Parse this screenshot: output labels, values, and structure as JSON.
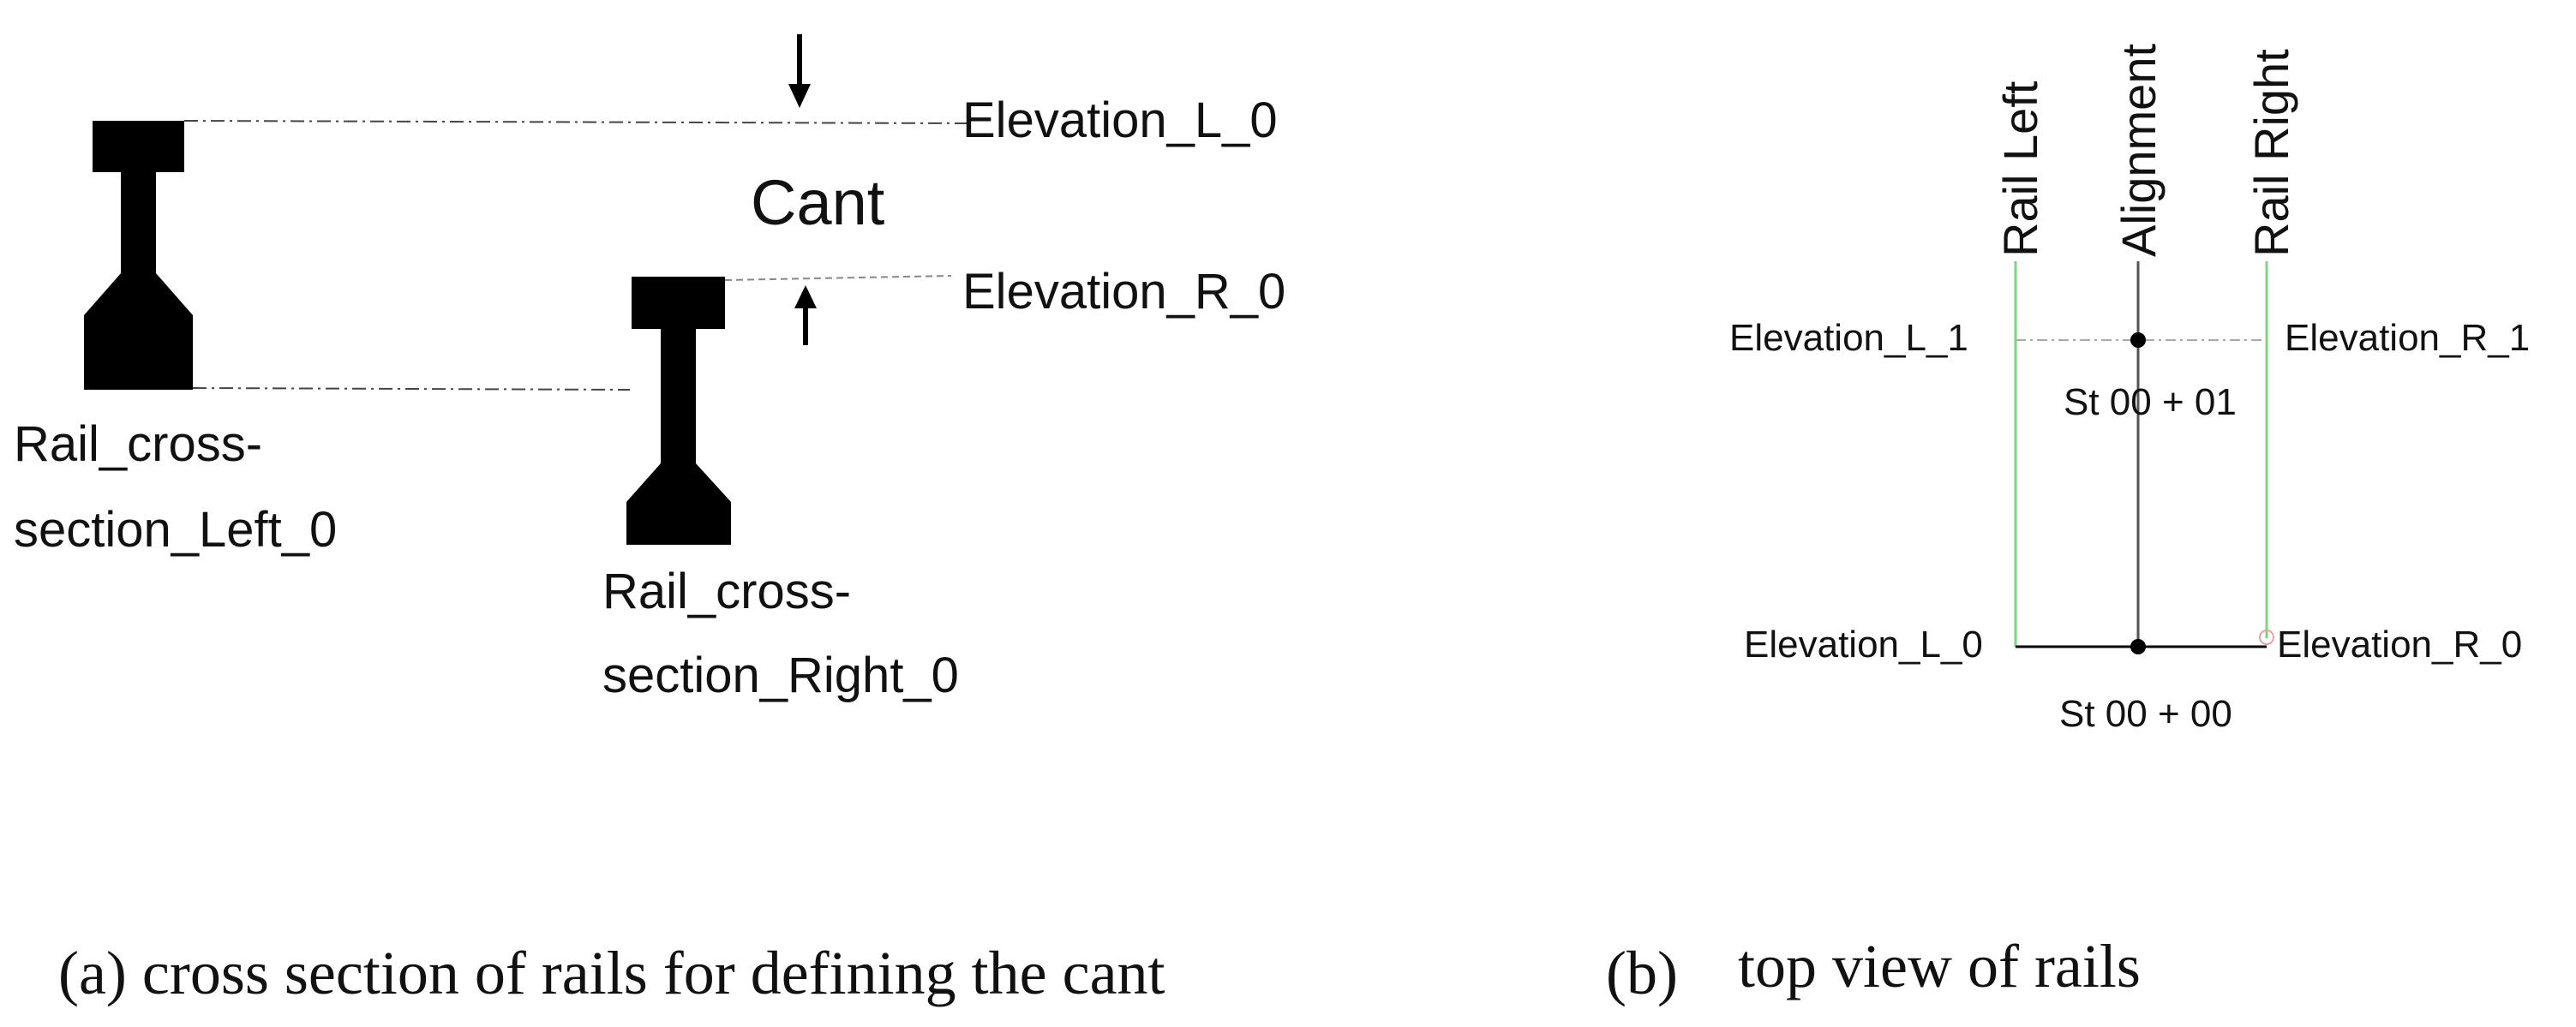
{
  "panel_a": {
    "labels": {
      "elevation_l0": "Elevation_L_0",
      "elevation_r0": "Elevation_R_0",
      "cant": "Cant",
      "rail_left_line1": "Rail_cross-",
      "rail_left_line2": "section_Left_0",
      "rail_right_line1": "Rail_cross-",
      "rail_right_line2": "section_Right_0"
    },
    "caption": "(a) cross section of rails for defining the cant"
  },
  "panel_b": {
    "labels": {
      "rail_left": "Rail Left",
      "alignment": "Alignment",
      "rail_right": "Rail Right",
      "elevation_l1": "Elevation_L_1",
      "elevation_r1": "Elevation_R_1",
      "station_01": "St 00 + 01",
      "elevation_l0": "Elevation_L_0",
      "elevation_r0": "Elevation_R_0",
      "station_00": "St 00 + 00"
    },
    "caption_prefix": "(b)",
    "caption_text": "top view of rails"
  },
  "colors": {
    "ink": "#000000",
    "rail_line": "#7fd47f",
    "alignment_line": "#555555",
    "marker_ring": "#e8a0a0",
    "dashed_leader": "#888888"
  }
}
